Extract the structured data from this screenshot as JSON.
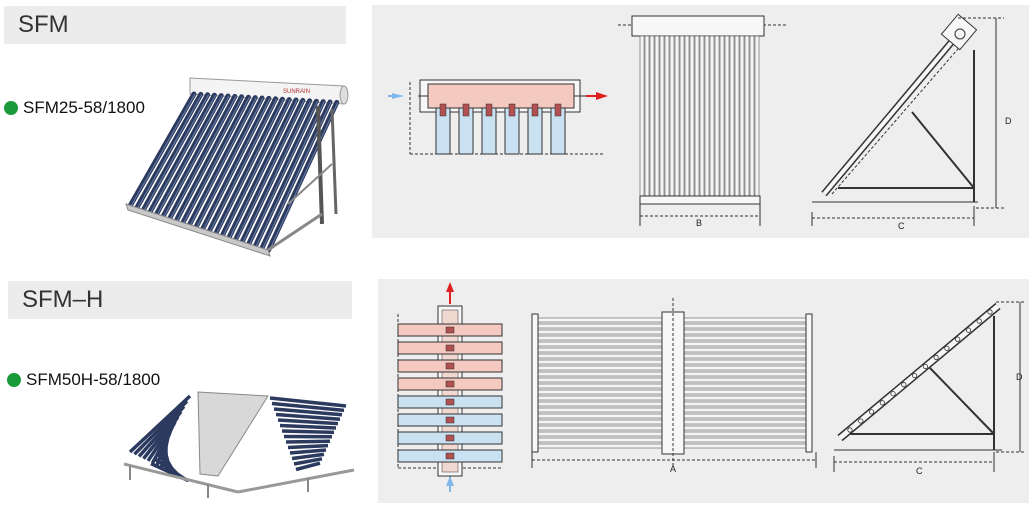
{
  "sections": [
    {
      "title": "SFM",
      "model": "SFM25-58/1800",
      "dimensions": {
        "width": "B",
        "depth": "C",
        "height": "D"
      }
    },
    {
      "title": "SFM–H",
      "model": "SFM50H-58/1800",
      "dimensions": {
        "width": "A",
        "depth": "C",
        "height": "D"
      }
    }
  ],
  "photo_brand": "SUNRAIN",
  "colors": {
    "accent_dot": "#1a9a3a",
    "cold_arrow": "#7fb8e8",
    "hot_arrow": "#e02020",
    "hot_fluid": "#f3c9c0",
    "cold_fluid": "#c9e1f1"
  }
}
